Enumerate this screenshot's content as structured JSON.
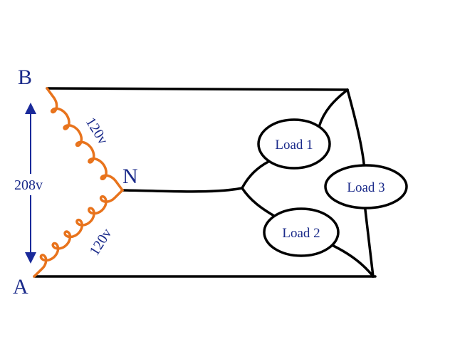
{
  "nodes": {
    "b": "B",
    "a": "A",
    "n": "N"
  },
  "voltages": {
    "line_to_line": "208v",
    "phase_upper": "120v",
    "phase_lower": "120v"
  },
  "loads": {
    "load1": "Load 1",
    "load2": "Load 2",
    "load3": "Load 3"
  },
  "colors": {
    "wire": "#000000",
    "coil": "#e8731c",
    "label": "#1a2a8a",
    "arrow": "#1a2a9a"
  }
}
